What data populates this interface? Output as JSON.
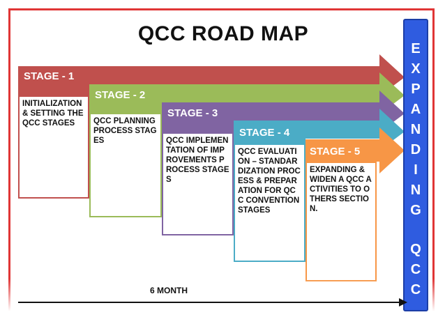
{
  "title": "QCC ROAD MAP",
  "stages": [
    {
      "label": "STAGE - 1",
      "text": "INITIALIZATION & SETTING THE QCC STAGES",
      "color": "#c0504d"
    },
    {
      "label": "STAGE - 2",
      "text": "QCC PLANNING PROCESS STAGES",
      "color": "#9bbb59"
    },
    {
      "label": "STAGE - 3",
      "text": "QCC IMPLEMENTATION OF IMPROVEMENTS PROCESS STAGES",
      "color": "#8064a2"
    },
    {
      "label": "STAGE - 4",
      "text": "QCC EVALUATION – STANDARDIZATION PROCESS & PREPARATION FOR QCC CONVENTION STAGES",
      "color": "#4bacc6"
    },
    {
      "label": "STAGE - 5",
      "text": "EXPANDING & WIDEN A QCC ACTIVITIES TO OTHERS SECTION.",
      "color": "#f79646"
    }
  ],
  "side_banner": {
    "letters": [
      "E",
      "X",
      "P",
      "A",
      "N",
      "D",
      "I",
      "N",
      "G",
      "",
      "Q",
      "C",
      "C"
    ],
    "color": "#2f5ce0"
  },
  "timeline": {
    "label": "6 MONTH"
  }
}
